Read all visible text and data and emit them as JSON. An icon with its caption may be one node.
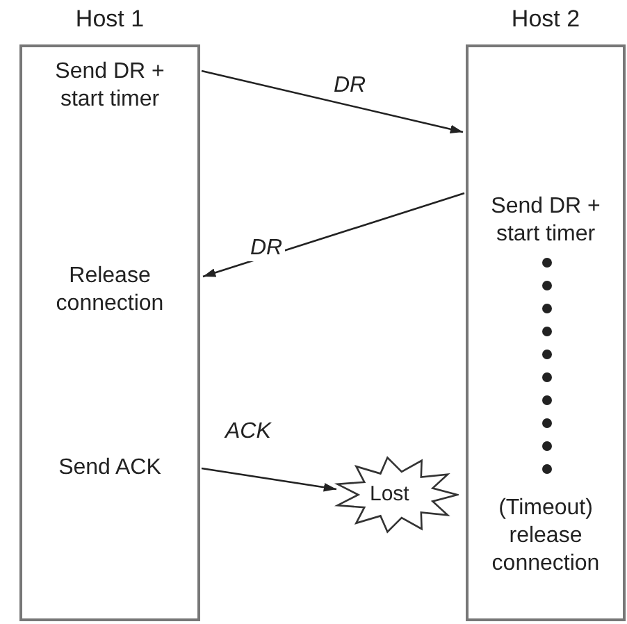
{
  "diagram": {
    "nodes": [
      {
        "text": [
          "Host 1"
        ]
      },
      {
        "text": [
          "Send DR + start timer"
        ],
        "in": 0
      },
      {
        "text": [
          "Release connection"
        ],
        "in": 0
      },
      {
        "text": [
          "Send ACK"
        ],
        "in": 0
      },
      {
        "text": [
          "Host 2"
        ]
      },
      {
        "text": [
          "Send DR + start timer"
        ],
        "in": 4
      },
      {
        "text": [
          "(Timeout) release connection"
        ],
        "in": 4
      },
      {
        "text": [
          "Lost"
        ]
      }
    ],
    "edges": [
      {
        "from": 1,
        "to": 4,
        "arrow": "to",
        "label": "DR"
      },
      {
        "from": 5,
        "to": 2,
        "arrow": "to",
        "label": "DR"
      },
      {
        "from": 3,
        "to": 7,
        "arrow": "to",
        "label": "ACK"
      },
      {
        "from": 5,
        "to": 6,
        "arrow": "none",
        "style": "dashed"
      }
    ]
  }
}
